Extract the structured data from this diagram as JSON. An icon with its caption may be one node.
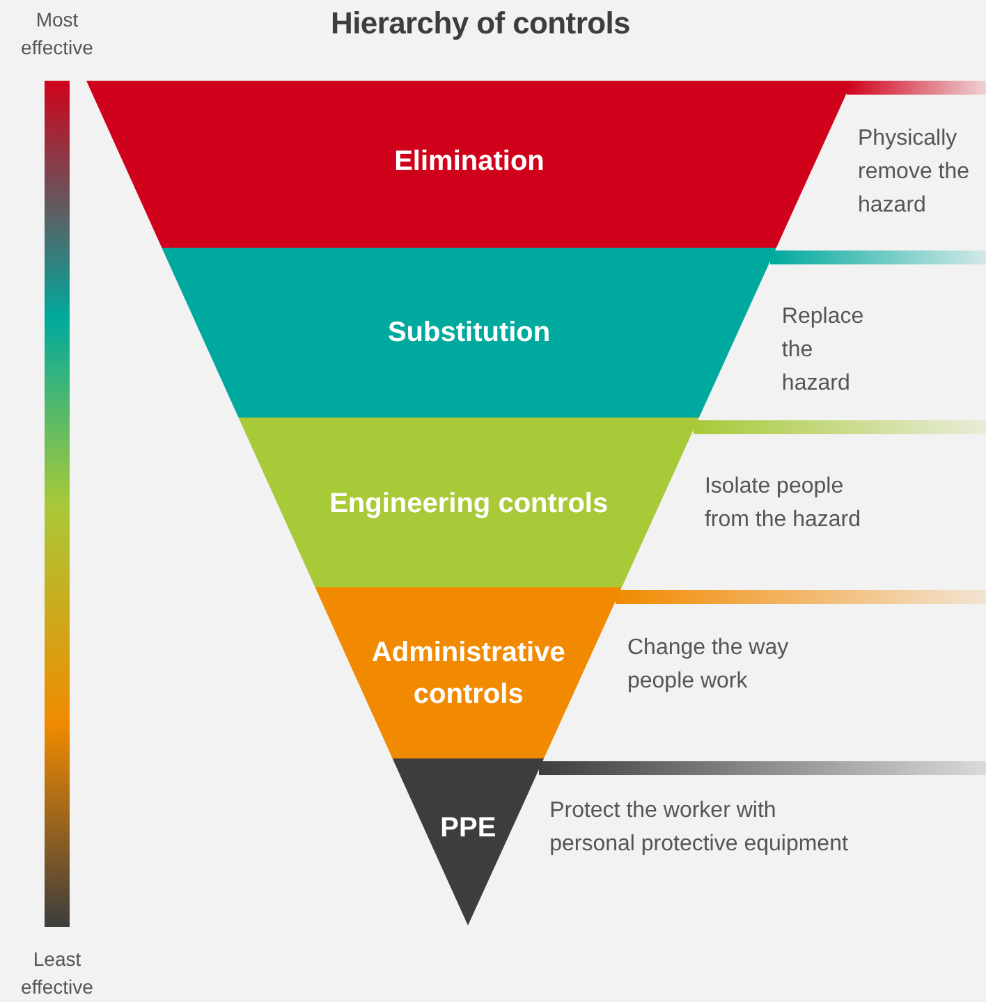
{
  "diagram": {
    "title": "Hierarchy of controls",
    "nodes": [
      {
        "text": [
          "Elimination"
        ],
        "beside": [
          "Physically remove the hazard"
        ]
      },
      {
        "text": [
          "Substitution"
        ],
        "beside": [
          "Replace the hazard"
        ]
      },
      {
        "text": [
          "Engineering controls"
        ],
        "beside": [
          "Isolate people from the hazard"
        ]
      },
      {
        "text": [
          "Administrative controls"
        ],
        "beside": [
          "Change the way people work"
        ]
      },
      {
        "text": [
          "PPE"
        ],
        "beside": [
          "Protect the worker with personal protective equipment"
        ]
      },
      {
        "text": [],
        "shape": "bar"
      }
    ],
    "labels": [
      "Most effective",
      "Least effective"
    ]
  }
}
